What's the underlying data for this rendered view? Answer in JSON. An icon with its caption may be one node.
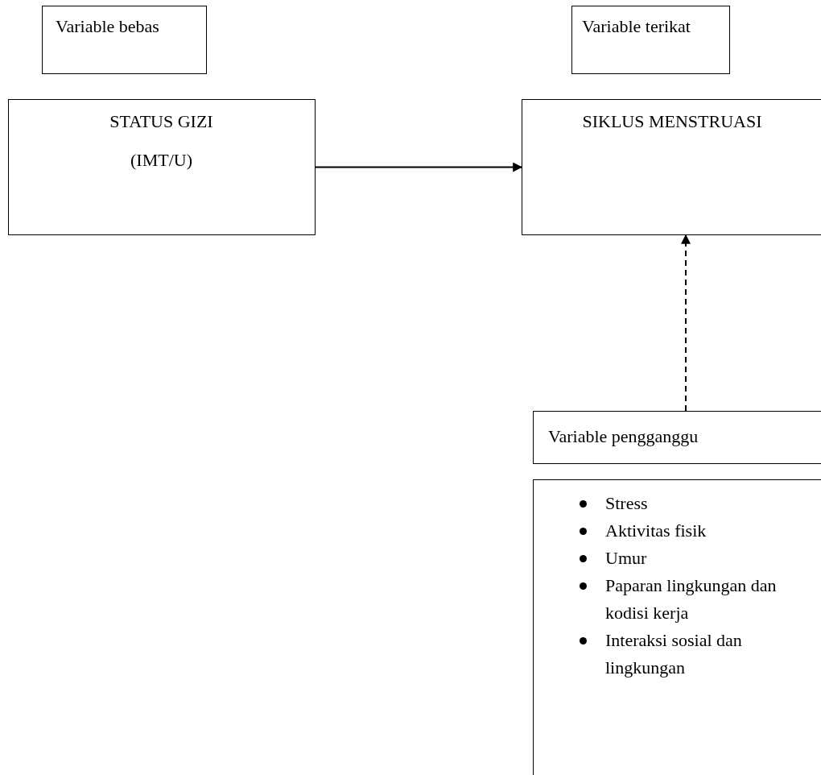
{
  "diagram": {
    "nodes": [
      {
        "text": [
          "Variable bebas"
        ]
      },
      {
        "text": [
          "Variable terikat"
        ]
      },
      {
        "text": [
          "STATUS GIZI",
          "(IMT/U)"
        ]
      },
      {
        "text": [
          "SIKLUS MENSTRUASI"
        ]
      },
      {
        "text": [
          "Variable pengganggu"
        ]
      },
      {
        "text": [
          "Stress",
          "Aktivitas fisik",
          "Umur",
          "Paparan lingkungan dan kodisi kerja",
          "Interaksi sosial dan lingkungan"
        ]
      }
    ],
    "edges": [
      {
        "from": 2,
        "to": 3,
        "arrow": "to"
      },
      {
        "from": 4,
        "to": 3,
        "arrow": "to",
        "style": "dashed"
      }
    ]
  }
}
